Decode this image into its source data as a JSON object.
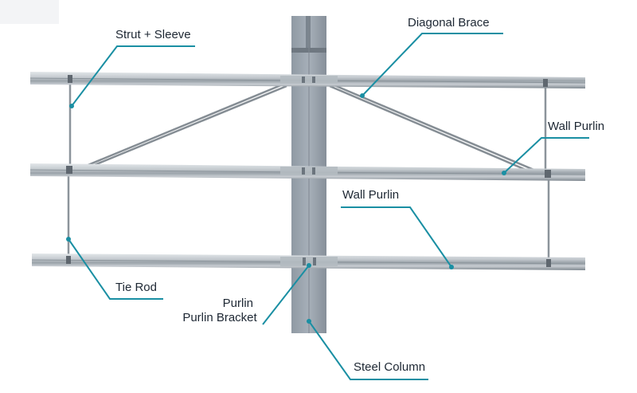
{
  "labels": {
    "strut_sleeve": "Strut + Sleeve",
    "diagonal_brace": "Diagonal Brace",
    "wall_purlin_upper": "Wall Purlin",
    "wall_purlin_lower": "Wall Purlin",
    "tie_rod": "Tie Rod",
    "purlin_line1": "Purlin",
    "purlin_line2": "Purlin Bracket",
    "steel_column": "Steel Column"
  },
  "colors": {
    "leader": "#1a8fa3",
    "steel_light": "#d3d8dc",
    "steel_mid": "#a9b1b8",
    "steel_dark": "#6f7881",
    "column": "#9aa4ae",
    "column_dark": "#77818b",
    "rod": "#8c949b"
  }
}
